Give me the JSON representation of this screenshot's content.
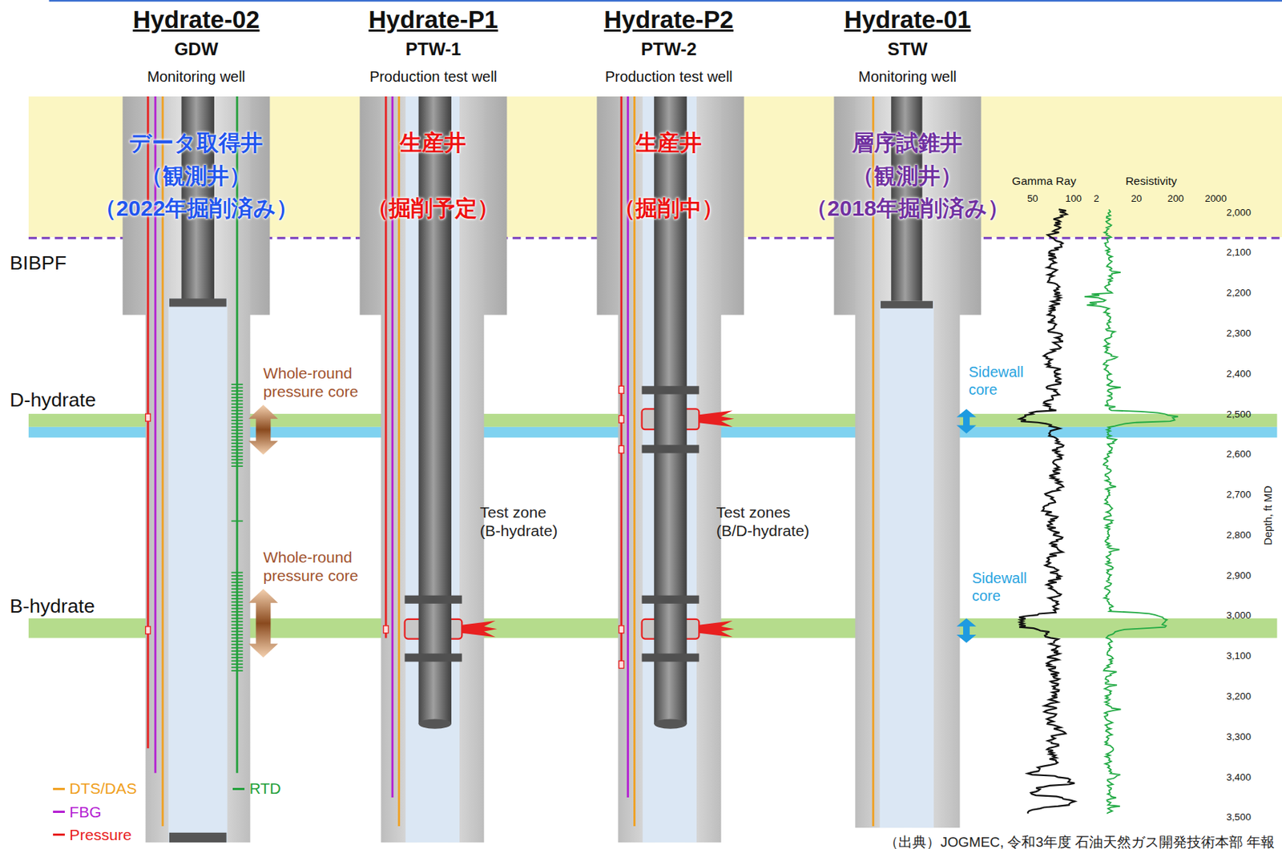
{
  "diagram": {
    "caption": "（出典）JOGMEC, 令和3年度 石油天然ガス開発技術本部 年報",
    "nodes": [
      {
        "text": [
          "Hydrate-02",
          "GDW",
          "Monitoring well",
          "データ取得井",
          "（観測井）",
          "（2022年掘削済み）"
        ]
      },
      {
        "text": [
          "Hydrate-P1",
          "PTW-1",
          "Production test well",
          "生産井",
          "（掘削予定）"
        ]
      },
      {
        "text": [
          "Hydrate-P2",
          "PTW-2",
          "Production test well",
          "生産井",
          "（掘削中）"
        ]
      },
      {
        "text": [
          "Hydrate-01",
          "STW",
          "Monitoring well",
          "層序試錐井",
          "（観測井）",
          "（2018年掘削済み）"
        ]
      }
    ],
    "labels": [
      "BIBPF",
      "D-hydrate",
      "B-hydrate",
      "Whole-round pressure core",
      "Whole-round pressure core",
      "Test zone (B-hydrate)",
      "Test zones (B/D-hydrate)",
      "Sidewall core",
      "Sidewall core",
      "Gamma Ray",
      "Resistivity",
      "50",
      "100",
      "2",
      "20",
      "200",
      "2000",
      "2,000",
      "2,100",
      "2,200",
      "2,300",
      "2,400",
      "2,500",
      "2,600",
      "2,700",
      "2,800",
      "2,900",
      "3,000",
      "3,100",
      "3,200",
      "3,300",
      "3,400",
      "3,500",
      "Depth, ft MD"
    ],
    "legend": [
      {
        "text": "DTS/DAS",
        "color": "#f0a020"
      },
      {
        "text": "FBG",
        "color": "#b41ed2"
      },
      {
        "text": "Pressure",
        "color": "#e82020"
      },
      {
        "text": "RTD",
        "color": "#22a03a"
      }
    ]
  }
}
